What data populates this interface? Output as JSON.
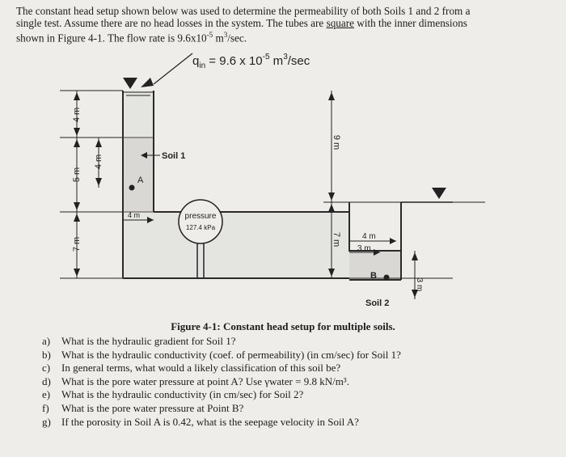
{
  "intro": {
    "line1": "The constant head setup shown below was used to determine the permeability of both Soils 1 and 2 from a",
    "line2": "single test.  Assume there are no head losses in the system.  The tubes are ",
    "line2_underline": "square",
    "line2_end": " with the inner dimensions",
    "line3": "shown in Figure 4-1.  The flow rate is 9.6x10",
    "line3_exp": "-5",
    "line3_unit": " m",
    "line3_unit_exp": "3",
    "line3_end": "/sec."
  },
  "diagram": {
    "q_label": "q",
    "q_sub": "in",
    "q_value": " = 9.6 x 10",
    "q_exp": "-5",
    "q_unit": " m",
    "q_unit_exp": "3",
    "q_unit_end": "/sec",
    "dim_4m_top": "4 m",
    "dim_5m": "5 m",
    "dim_7m_left": "7 m",
    "dim_4m_inner": "4 m",
    "soil1_label": "Soil 1",
    "point_a": "A",
    "dim_4m_width": "4 m",
    "pressure_label": "pressure",
    "pressure_value": "127.4 kPa",
    "dim_9m": "9 m",
    "dim_7m_right": "7 m",
    "dim_4m_right": "4 m",
    "dim_3m_right": "3 m",
    "point_b": "B",
    "dim_3m_vert": "3 m",
    "soil2_label": "Soil 2"
  },
  "caption": "Figure 4-1: Constant head setup for multiple soils.",
  "questions": [
    {
      "letter": "a)",
      "text": "What is the hydraulic gradient for Soil 1?"
    },
    {
      "letter": "b)",
      "text": "What is the hydraulic conductivity (coef. of permeability) (in cm/sec) for Soil 1?"
    },
    {
      "letter": "c)",
      "text": "In general terms, what would a likely classification of this soil be?"
    },
    {
      "letter": "d)",
      "text": "What is the pore water pressure at point A?  Use γwater = 9.8 kN/m³."
    },
    {
      "letter": "e)",
      "text": "What is the hydraulic conductivity (in cm/sec) for Soil 2?"
    },
    {
      "letter": "f)",
      "text": "What is the pore water pressure at Point B?"
    },
    {
      "letter": "g)",
      "text": "If the porosity in Soil A is 0.42, what is the seepage velocity in Soil A?"
    }
  ],
  "colors": {
    "background": "#eeedea",
    "soil_fill": "#d9d8d5",
    "water_fill": "#e4e4e1",
    "line": "#2a2a2a"
  }
}
